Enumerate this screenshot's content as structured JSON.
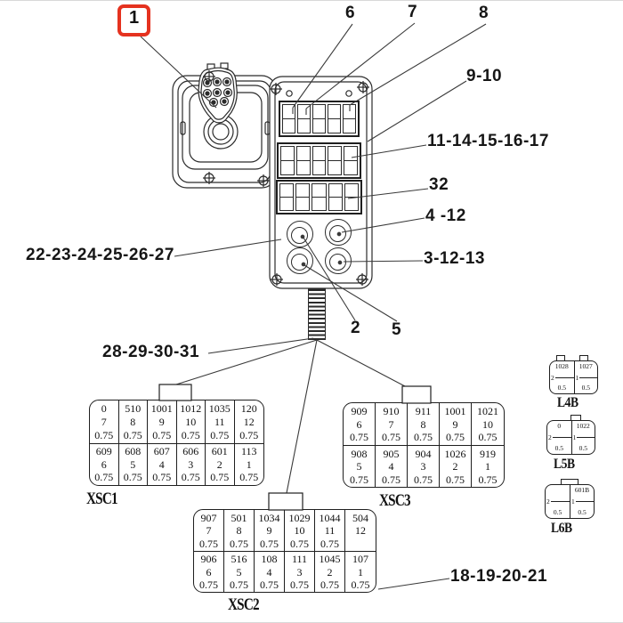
{
  "colors": {
    "highlight": "#e5321f",
    "line": "#2b2b2b"
  },
  "callouts": {
    "c1": {
      "label": "1",
      "highlighted": true,
      "target": "joystick"
    },
    "c6": {
      "label": "6",
      "target": "switch-bank-1-switch-1"
    },
    "c7": {
      "label": "7",
      "target": "switch-bank-1-switch-2"
    },
    "c8": {
      "label": "8",
      "target": "switch-bank-1-switch-5"
    },
    "c9": {
      "label": "9-10",
      "target": "housing-edge"
    },
    "c11": {
      "label": "11-14-15-16-17",
      "target": "switch-bank-2"
    },
    "c32": {
      "label": "32",
      "target": "switch-bank-3"
    },
    "c4": {
      "label": "4 -12",
      "target": "round-button-top-right"
    },
    "c3": {
      "label": "3-12-13",
      "target": "round-button-bottom-right"
    },
    "c22": {
      "label": "22-23-24-25-26-27",
      "target": "panel-face"
    },
    "c2": {
      "label": "2",
      "target": "round-button-top-left"
    },
    "c5": {
      "label": "5",
      "target": "round-button-bottom-left"
    },
    "c28": {
      "label": "28-29-30-31",
      "target": "cable-end"
    },
    "c18": {
      "label": "18-19-20-21",
      "target": "xsc2-table"
    }
  },
  "tables": {
    "xsc1": {
      "label": "XSC1",
      "rows": [
        {
          "cells": [
            [
              "0",
              "7",
              "0.75"
            ],
            [
              "510",
              "8",
              "0.75"
            ],
            [
              "1001",
              "9",
              "0.75"
            ],
            [
              "1012",
              "10",
              "0.75"
            ],
            [
              "1035",
              "11",
              "0.75"
            ],
            [
              "120",
              "12",
              "0.75"
            ]
          ]
        },
        {
          "cells": [
            [
              "609",
              "6",
              "0.75"
            ],
            [
              "608",
              "5",
              "0.75"
            ],
            [
              "607",
              "4",
              "0.75"
            ],
            [
              "606",
              "3",
              "0.75"
            ],
            [
              "601",
              "2",
              "0.75"
            ],
            [
              "113",
              "1",
              "0.75"
            ]
          ]
        }
      ]
    },
    "xsc3": {
      "label": "XSC3",
      "rows": [
        {
          "cells": [
            [
              "909",
              "6",
              "0.75"
            ],
            [
              "910",
              "7",
              "0.75"
            ],
            [
              "911",
              "8",
              "0.75"
            ],
            [
              "1001",
              "9",
              "0.75"
            ],
            [
              "1021",
              "10",
              "0.75"
            ]
          ]
        },
        {
          "cells": [
            [
              "908",
              "5",
              "0.75"
            ],
            [
              "905",
              "4",
              "0.75"
            ],
            [
              "904",
              "3",
              "0.75"
            ],
            [
              "1026",
              "2",
              "0.75"
            ],
            [
              "919",
              "1",
              "0.75"
            ]
          ]
        }
      ]
    },
    "xsc2": {
      "label": "XSC2",
      "rows": [
        {
          "cells": [
            [
              "907",
              "7",
              "0.75"
            ],
            [
              "501",
              "8",
              "0.75"
            ],
            [
              "1034",
              "9",
              "0.75"
            ],
            [
              "1029",
              "10",
              "0.75"
            ],
            [
              "1044",
              "11",
              "0.75"
            ],
            [
              "504",
              "12",
              ""
            ]
          ]
        },
        {
          "cells": [
            [
              "906",
              "6",
              "0.75"
            ],
            [
              "516",
              "5",
              "0.75"
            ],
            [
              "108",
              "4",
              "0.75"
            ],
            [
              "111",
              "3",
              "0.75"
            ],
            [
              "1045",
              "2",
              "0.75"
            ],
            [
              "107",
              "1",
              "0.75"
            ]
          ]
        }
      ]
    }
  },
  "mini_connectors": {
    "l4b": {
      "label": "L4B",
      "cells": [
        [
          "1028",
          "2",
          "0.5"
        ],
        [
          "1027",
          "1",
          "0.5"
        ]
      ]
    },
    "l5b": {
      "label": "L5B",
      "cells": [
        [
          "0",
          "2",
          "0.5"
        ],
        [
          "1022",
          "1",
          "0.5"
        ]
      ]
    },
    "l6b": {
      "label": "L6B",
      "cells": [
        [
          "",
          "2",
          "0.5"
        ],
        [
          "601B",
          "1",
          "0.5"
        ]
      ]
    }
  }
}
